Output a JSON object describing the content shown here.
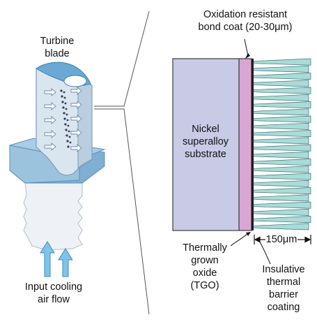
{
  "labels": {
    "turbine_blade": "Turbine\nblade",
    "bond_coat": "Oxidation resistant\nbond coat (20-30μm)",
    "substrate": "Nickel\nsuperalloy\nsubstrate",
    "tgo": "Thermally\ngrown\noxide\n(TGO)",
    "thickness": "150μm",
    "tbc": "Insulative\nthermal\nbarrier\ncoating",
    "cooling_air": "Input cooling\nair flow"
  },
  "colors": {
    "substrate": "#c9cbe6",
    "bond_coat": "#d9a6d3",
    "tbc_columns": "#a9dcd8",
    "blade_body": "#cfdde8",
    "blade_platform": "#9cc3de",
    "air_arrow": "#7fc4e8",
    "outline": "#1a1a1a"
  },
  "icons": [
    "turbine-blade-illustration",
    "cooling-air-arrow-icon",
    "dimension-arrow-icon"
  ]
}
